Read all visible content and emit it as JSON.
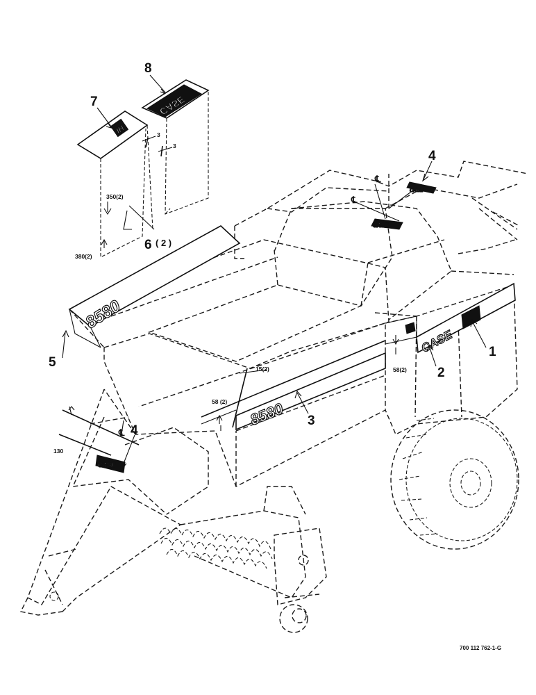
{
  "callouts": {
    "c1": "1",
    "c2": "2",
    "c3": "3",
    "c4a": "4",
    "c4b": "4",
    "c5": "5",
    "c6": "6",
    "c6qty": "( 2 )",
    "c7": "7",
    "c8": "8"
  },
  "dimensions": {
    "d350": "350(2)",
    "d380": "380(2)",
    "d3a": "3",
    "d3b": "3",
    "d15": "15(2)",
    "d58a": "58 (2)",
    "d58b": "58(2)",
    "d130": "130"
  },
  "centerline_symbol": "℄",
  "decals": {
    "brand": "CASE",
    "brand_mark": "IH",
    "model": "8580"
  },
  "part_number": "700 112 762-1-G"
}
